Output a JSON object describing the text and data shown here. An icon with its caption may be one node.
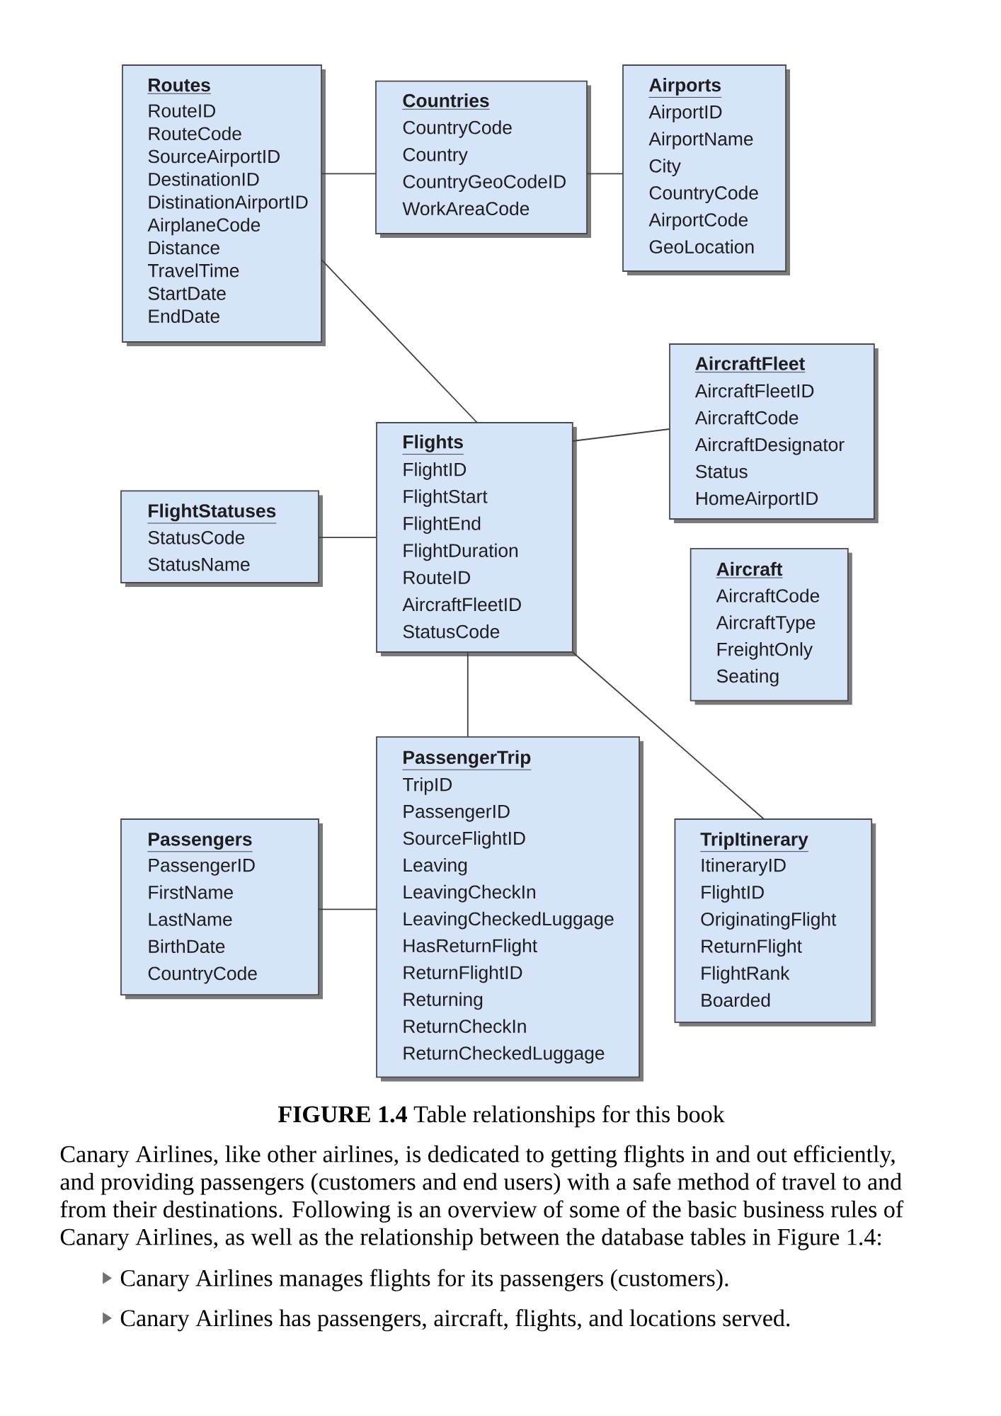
{
  "diagram": {
    "caption": "**FIGURE 1.4** Table relationships for this book",
    "nodes": [
      {
        "text": [
          "Routes",
          "RouteID",
          "RouteCode",
          "SourceAirportID",
          "DestinationID",
          "DistinationAirportID",
          "AirplaneCode",
          "Distance",
          "TravelTime",
          "StartDate",
          "EndDate"
        ]
      },
      {
        "text": [
          "Countries",
          "CountryCode",
          "Country",
          "CountryGeoCodeID",
          "WorkAreaCode"
        ]
      },
      {
        "text": [
          "Airports",
          "AirportID",
          "AirportName",
          "City",
          "CountryCode",
          "AirportCode",
          "GeoLocation"
        ]
      },
      {
        "text": [
          "FlightStatuses",
          "StatusCode",
          "StatusName"
        ]
      },
      {
        "text": [
          "Flights",
          "FlightID",
          "FlightStart",
          "FlightEnd",
          "FlightDuration",
          "RouteID",
          "AircraftFleetID",
          "StatusCode"
        ]
      },
      {
        "text": [
          "AircraftFleet",
          "AircraftFleetID",
          "AircraftCode",
          "AircraftDesignator",
          "Status",
          "HomeAirportID"
        ]
      },
      {
        "text": [
          "Aircraft",
          "AircraftCode",
          "AircraftType",
          "FreightOnly",
          "Seating"
        ]
      },
      {
        "text": [
          "Passengers",
          "PassengerID",
          "FirstName",
          "LastName",
          "BirthDate",
          "CountryCode"
        ]
      },
      {
        "text": [
          "PassengerTrip",
          "TripID",
          "PassengerID",
          "SourceFlightID",
          "Leaving",
          "LeavingCheckIn",
          "LeavingCheckedLuggage",
          "HasReturnFlight",
          "ReturnFlightID",
          "Returning",
          "ReturnCheckIn",
          "ReturnCheckedLuggage"
        ]
      },
      {
        "text": [
          "TripItinerary",
          "ItineraryID",
          "FlightID",
          "OriginatingFlight",
          "ReturnFlight",
          "FlightRank",
          "Boarded"
        ]
      }
    ],
    "edges": [
      {
        "from": 0,
        "to": 1,
        "arrow": "none"
      },
      {
        "from": 1,
        "to": 2,
        "arrow": "none"
      },
      {
        "from": 0,
        "to": 4,
        "arrow": "none"
      },
      {
        "from": 4,
        "to": 5,
        "arrow": "none"
      },
      {
        "from": 3,
        "to": 4,
        "arrow": "none"
      },
      {
        "from": 4,
        "to": 8,
        "arrow": "none"
      },
      {
        "from": 4,
        "to": 9,
        "arrow": "none"
      },
      {
        "from": 7,
        "to": 8,
        "arrow": "none"
      }
    ],
    "labels": [
      "Canary Airlines, like other airlines, is dedicated to getting flights in and out efficiently, and providing passengers (customers and end users) with a safe method of travel to and from their destinations. Following is an overview of some of the basic business rules of Canary Airlines, as well as the relationship between the database tables in Figure 1.4:",
      "Canary Airlines manages flights for its passengers (customers).",
      "Canary Airlines has passengers, aircraft, flights, and locations served."
    ]
  }
}
